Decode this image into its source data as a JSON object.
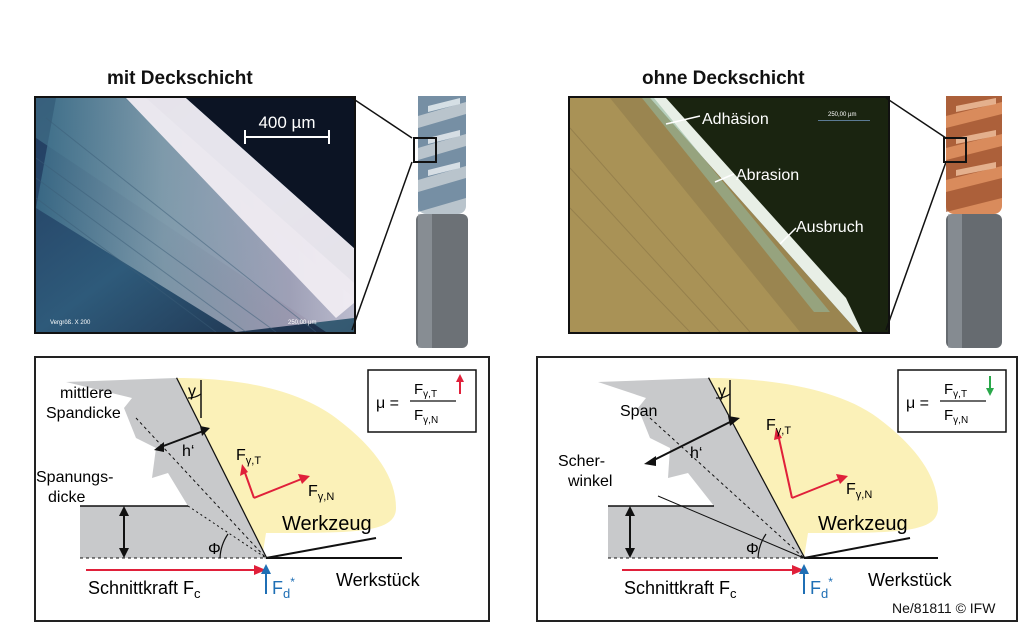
{
  "left": {
    "title": "mit Deckschicht",
    "scale_label": "400 µm",
    "micro_label": "Vergröß. X 200",
    "micro_scale": "250,00 µm",
    "labels": {
      "mittlere": "mittlere",
      "spandicke": "Spandicke",
      "spanungs": "Spanungs-",
      "dicke": "dicke",
      "werkzeug": "Werkzeug",
      "werkstueck": "Werkstück",
      "schnittkraft": "Schnittkraft F",
      "c": "c",
      "h": "h‘",
      "gamma": "γ",
      "phi": "Φ",
      "ft": "F",
      "ft_sub": "γ,T",
      "fn": "F",
      "fn_sub": "γ,N",
      "fd": "F",
      "fd_sub": "d",
      "star": "*",
      "mu": "μ =",
      "num": "F",
      "num_sub": "γ,T",
      "den": "F",
      "den_sub": "γ,N",
      "trend": "up"
    }
  },
  "right": {
    "title": "ohne Deckschicht",
    "micro_scale": "250,00 µm",
    "annotations": [
      "Adhäsion",
      "Abrasion",
      "Ausbruch"
    ],
    "labels": {
      "span": "Span",
      "scher": "Scher-",
      "winkel": "winkel",
      "werkzeug": "Werkzeug",
      "werkstueck": "Werkstück",
      "schnittkraft": "Schnittkraft F",
      "c": "c",
      "h": "h‘",
      "gamma": "γ",
      "phi": "Φ",
      "ft": "F",
      "ft_sub": "γ,T",
      "fn": "F",
      "fn_sub": "γ,N",
      "fd": "F",
      "fd_sub": "d",
      "star": "*",
      "mu": "μ =",
      "num": "F",
      "num_sub": "γ,T",
      "den": "F",
      "den_sub": "γ,N",
      "trend": "down"
    }
  },
  "credit": "Ne/81811 © IFW",
  "colors": {
    "tool_fill": "#fbf1b8",
    "chip_fill": "#c8c9cb",
    "force_red": "#e0203a",
    "force_blue": "#1f6fb5",
    "arrow_up": "#e0203a",
    "arrow_down": "#2aa84a"
  }
}
